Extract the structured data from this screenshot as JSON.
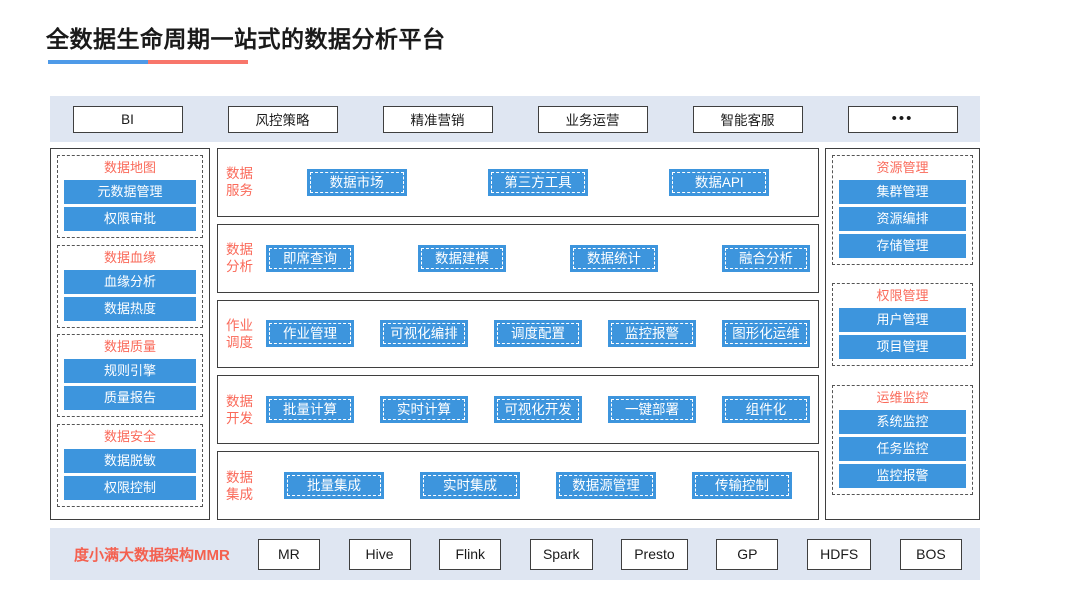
{
  "title": "全数据生命周期一站式的数据分析平台",
  "colors": {
    "accent_blue": "#3d95dd",
    "accent_red": "#fa6a5a",
    "bar_background": "#dfe6f2",
    "brand_red": "#f4604f",
    "underline_blue": "#4e9ae8",
    "underline_red": "#f8766b"
  },
  "topbar": {
    "items": [
      {
        "label": "BI",
        "width": 110
      },
      {
        "label": "风控策略",
        "width": 110
      },
      {
        "label": "精准营销",
        "width": 110
      },
      {
        "label": "业务运营",
        "width": 110
      },
      {
        "label": "智能客服",
        "width": 110
      },
      {
        "label": "•••",
        "width": 110,
        "icon": "ellipsis-icon"
      }
    ]
  },
  "left_column": {
    "groups": [
      {
        "title": "数据地图",
        "items": [
          "元数据管理",
          "权限审批"
        ]
      },
      {
        "title": "数据血缘",
        "items": [
          "血缘分析",
          "数据热度"
        ]
      },
      {
        "title": "数据质量",
        "items": [
          "规则引擎",
          "质量报告"
        ]
      },
      {
        "title": "数据安全",
        "items": [
          "数据脱敏",
          "权限控制"
        ]
      }
    ]
  },
  "center_bands": [
    {
      "label_line1": "数据",
      "label_line2": "服务",
      "layout": "sparse",
      "items": [
        "数据市场",
        "第三方工具",
        "数据API"
      ]
    },
    {
      "label_line1": "数据",
      "label_line2": "分析",
      "layout": "even",
      "items": [
        "即席查询",
        "数据建模",
        "数据统计",
        "融合分析"
      ]
    },
    {
      "label_line1": "作业",
      "label_line2": "调度",
      "layout": "even",
      "items": [
        "作业管理",
        "可视化编排",
        "调度配置",
        "监控报警",
        "图形化运维"
      ]
    },
    {
      "label_line1": "数据",
      "label_line2": "开发",
      "layout": "even",
      "items": [
        "批量计算",
        "实时计算",
        "可视化开发",
        "一键部署",
        "组件化"
      ]
    },
    {
      "label_line1": "数据",
      "label_line2": "集成",
      "layout": "sparse",
      "items": [
        "批量集成",
        "实时集成",
        "数据源管理",
        "传输控制"
      ]
    }
  ],
  "right_column": {
    "groups": [
      {
        "title": "资源管理",
        "items": [
          "集群管理",
          "资源编排",
          "存储管理"
        ]
      },
      {
        "title": "权限管理",
        "items": [
          "用户管理",
          "项目管理"
        ]
      },
      {
        "title": "运维监控",
        "items": [
          "系统监控",
          "任务监控",
          "监控报警"
        ]
      }
    ]
  },
  "bottombar": {
    "brand": "度小满大数据架构MMR",
    "items": [
      "MR",
      "Hive",
      "Flink",
      "Spark",
      "Presto",
      "GP",
      "HDFS",
      "BOS"
    ]
  }
}
